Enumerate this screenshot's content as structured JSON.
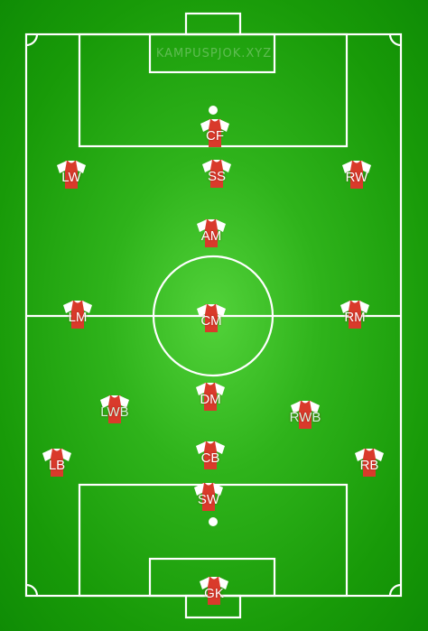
{
  "watermark": "KAMPUSPJOK.XYZ",
  "colors": {
    "grass": "#1a9c0a",
    "lines": "#ffffff",
    "shirt": "#d93a2b",
    "sleeve": "#ffffff"
  },
  "positions": {
    "cf": "CF",
    "lw": "LW",
    "ss": "SS",
    "rw": "RW",
    "am": "AM",
    "lm": "LM",
    "cm": "CM",
    "rm": "RM",
    "lwb": "LWB",
    "dm": "DM",
    "rwb": "RWB",
    "lb": "LB",
    "cb": "CB",
    "rb": "RB",
    "sw": "SW",
    "gk": "GK"
  }
}
